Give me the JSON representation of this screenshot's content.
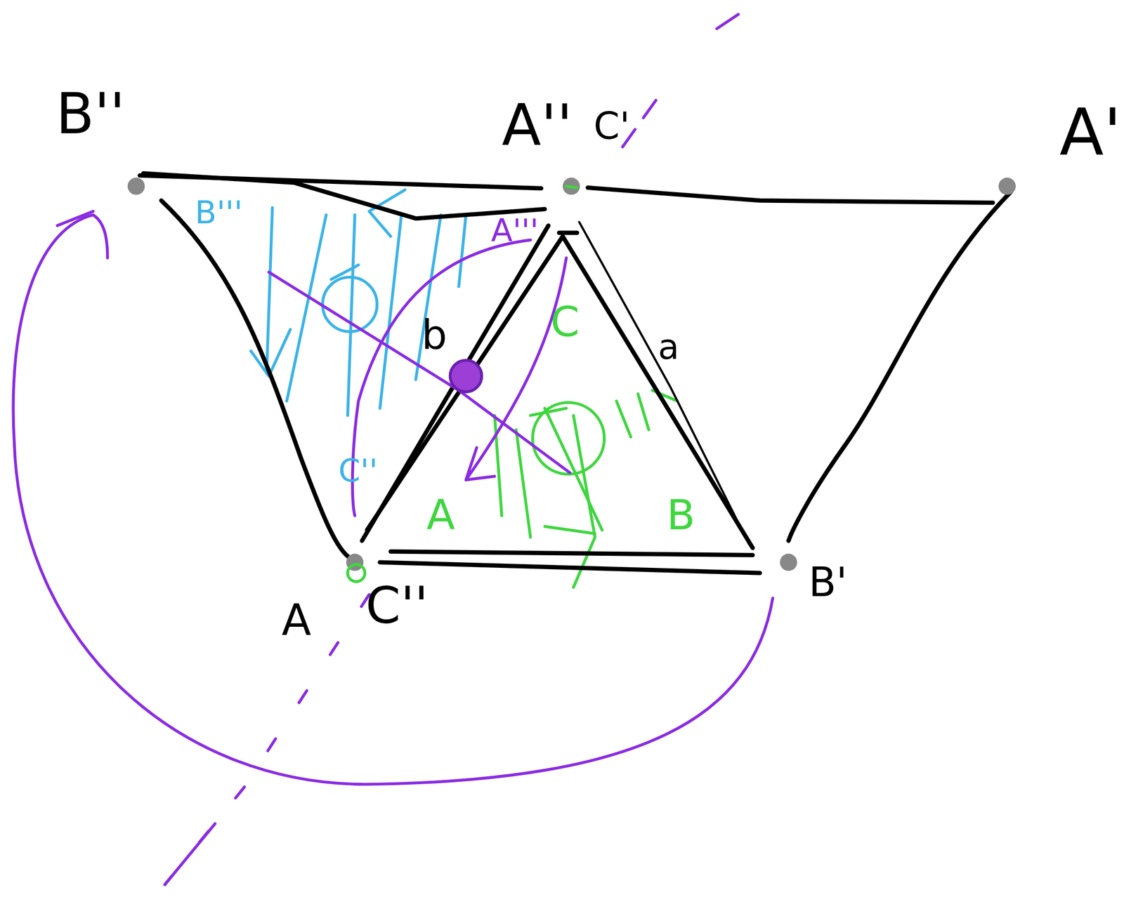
{
  "diagram": {
    "labels": [
      "B''",
      "A''",
      "C'",
      "A'",
      "B'",
      "A",
      "C''",
      "a",
      "b",
      "C",
      "A",
      "B",
      "B'''",
      "A'''",
      "C''"
    ]
  }
}
